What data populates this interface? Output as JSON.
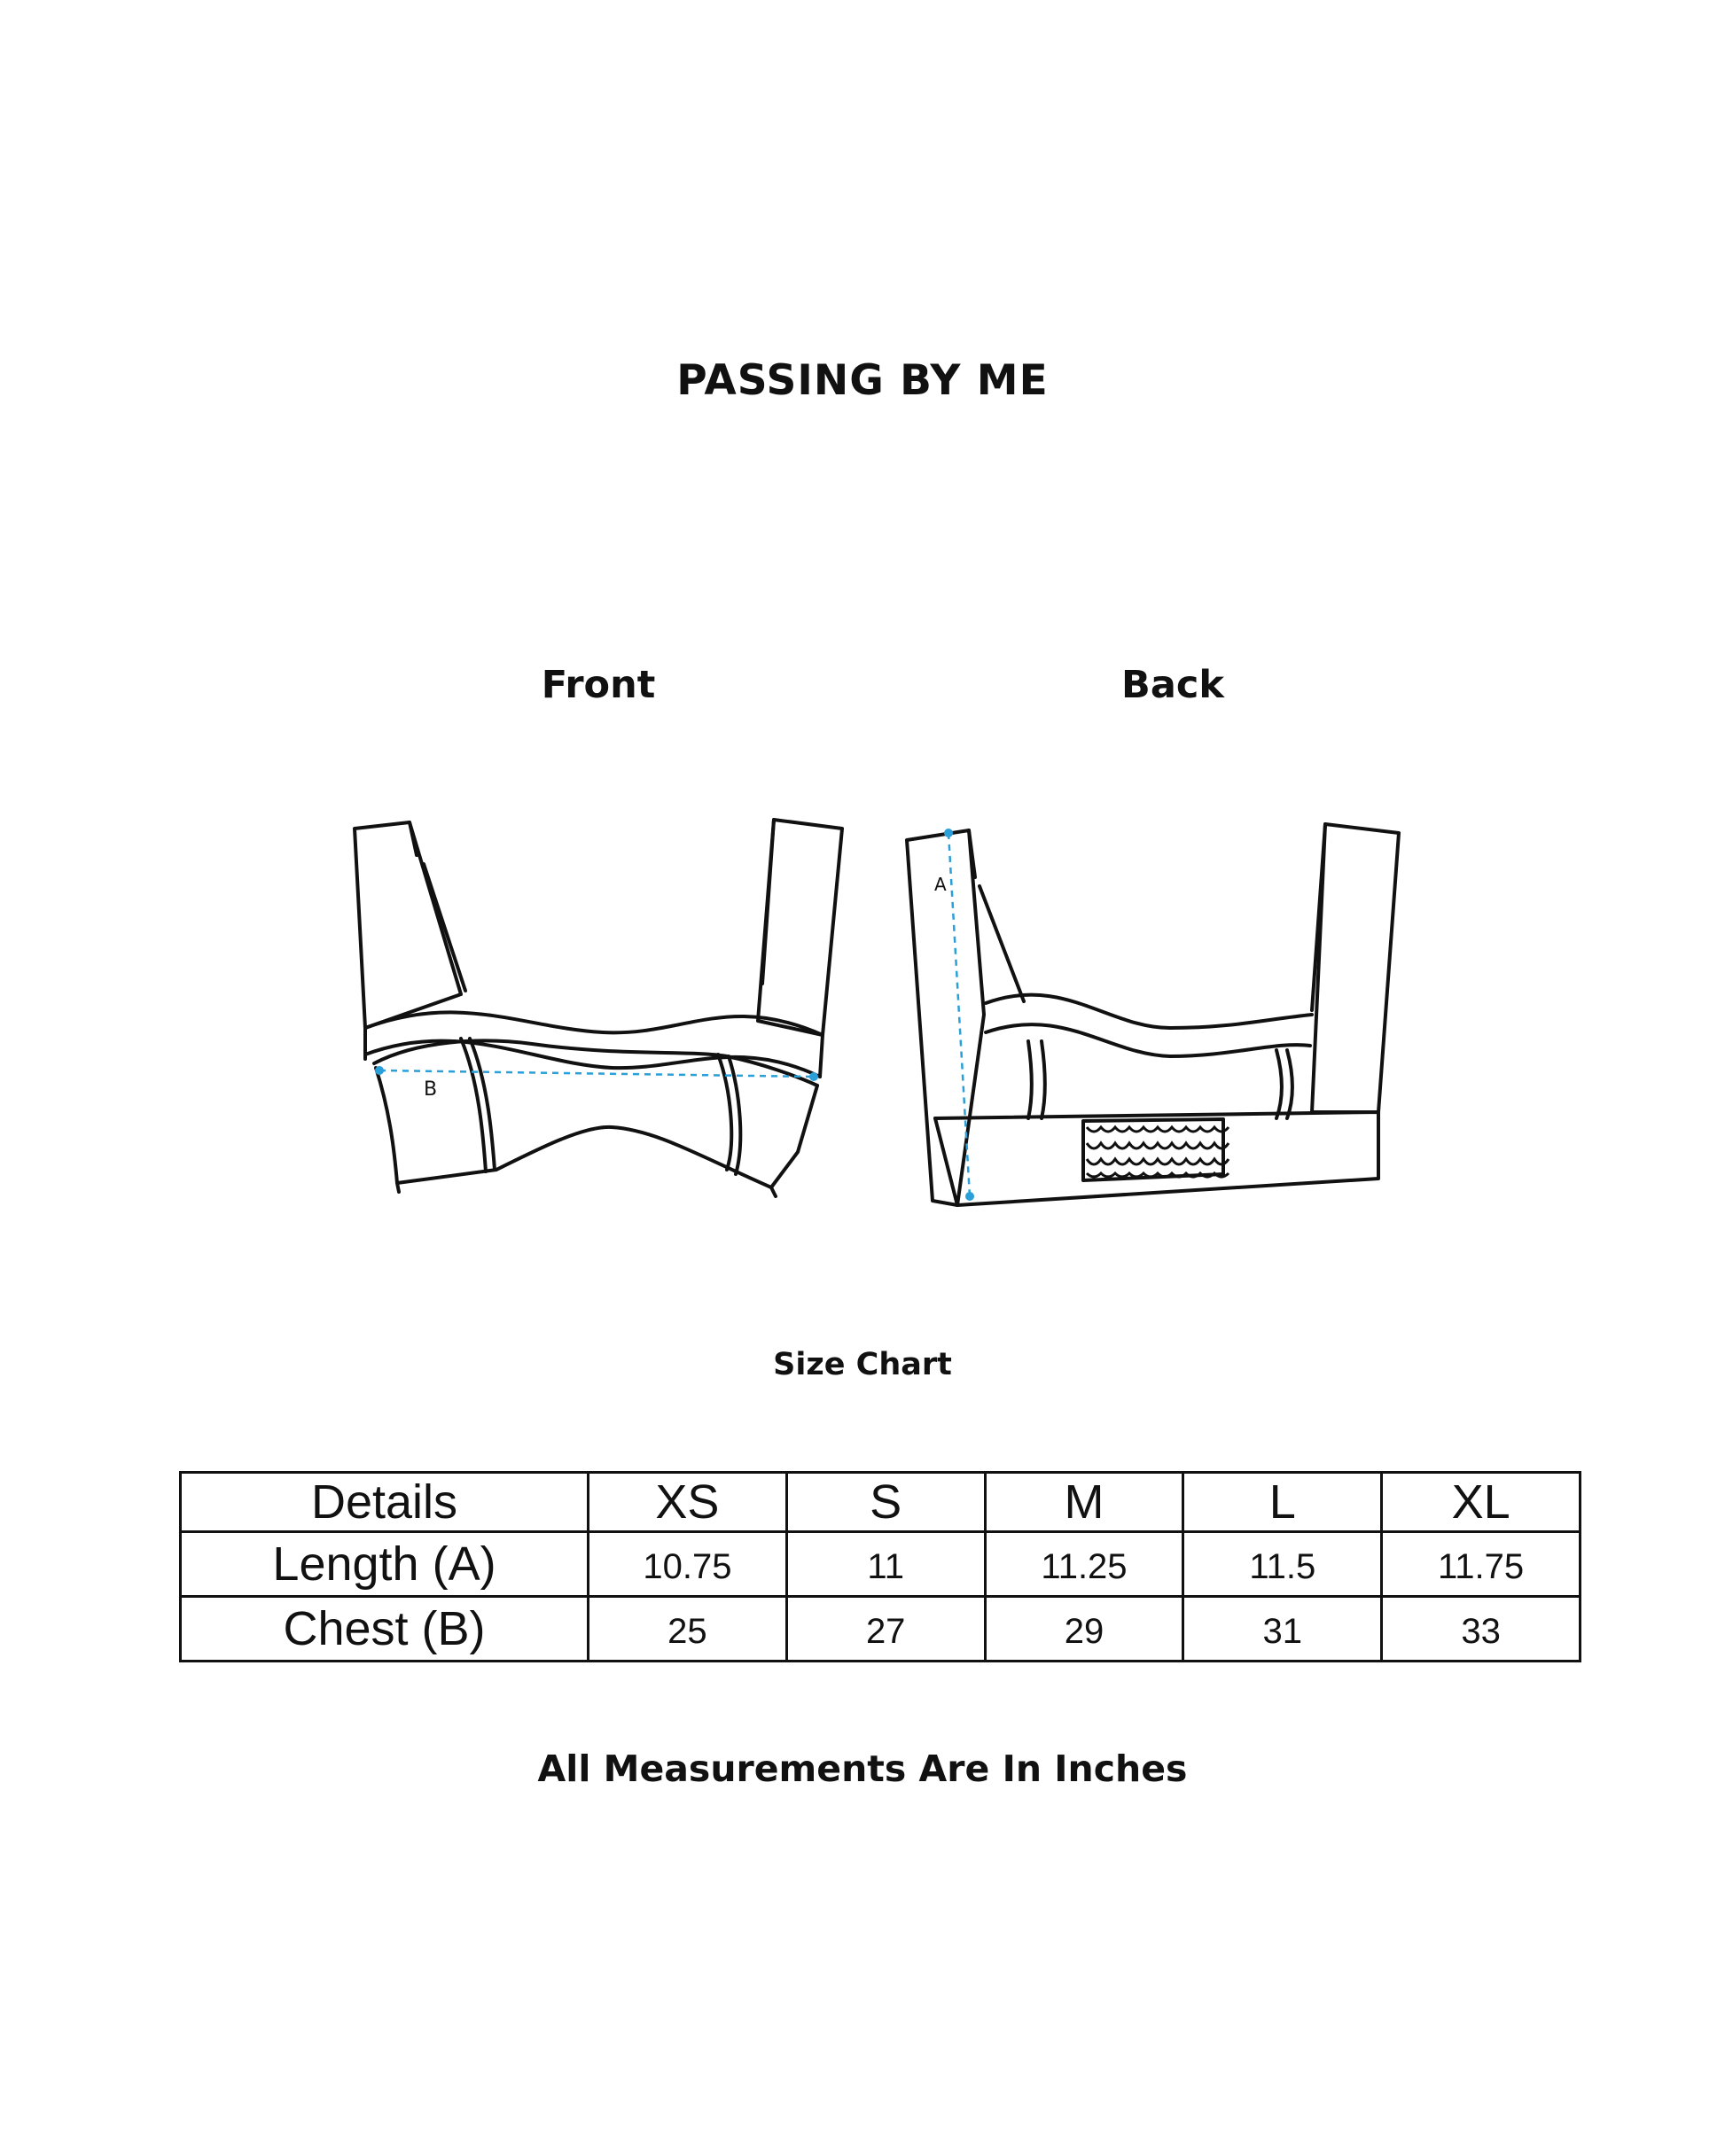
{
  "brand": "PASSING BY ME",
  "views": {
    "front": "Front",
    "back": "Back"
  },
  "markers": {
    "length": "A",
    "chest": "B"
  },
  "colors": {
    "ink": "#111111",
    "measure_line": "#2a9fd8",
    "background": "#ffffff"
  },
  "size_chart": {
    "title": "Size Chart",
    "header": [
      "Details",
      "XS",
      "S",
      "M",
      "L",
      "XL"
    ],
    "rows": [
      {
        "label": "Length (A)",
        "values": [
          "10.75",
          "11",
          "11.25",
          "11.5",
          "11.75"
        ]
      },
      {
        "label": "Chest (B)",
        "values": [
          "25",
          "27",
          "29",
          "31",
          "33"
        ]
      }
    ]
  },
  "note": "All Measurements Are In Inches"
}
